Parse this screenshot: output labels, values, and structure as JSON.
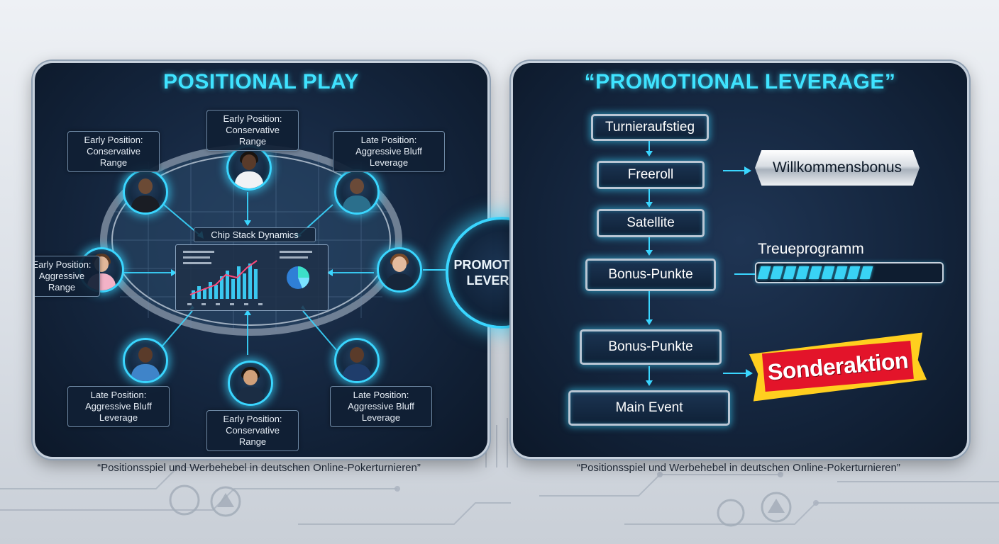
{
  "left_panel": {
    "title": "POSITIONAL PLAY",
    "chart_title": "Chip Stack Dynamics",
    "labels": {
      "top_left": [
        "Early Position:",
        "Conservative Range"
      ],
      "top_center": [
        "Early Position:",
        "Conservative Range"
      ],
      "top_right": [
        "Late Position:",
        "Aggressive Bluff Leverage"
      ],
      "mid_left": [
        "Early Position:",
        "Aggressive",
        "Range"
      ],
      "bottom_left": [
        "Late Position:",
        "Aggressive Bluff Leverage"
      ],
      "bottom_center": [
        "Early Position:",
        "Conservative Range"
      ],
      "bottom_right": [
        "Late Position:",
        "Aggressive Bluff Leverage"
      ]
    }
  },
  "hub": {
    "line1": "PROMOTIONAL",
    "line2": "LEVERAGE"
  },
  "right_panel": {
    "title": "“PROMOTIONAL LEVERAGE”",
    "flow": [
      "Turnieraufstieg",
      "Freeroll",
      "Satellite",
      "Bonus-Punkte",
      "Bonus-Punkte",
      "Main Event"
    ],
    "welcome_badge": "Willkommensbonus",
    "loyalty_label": "Treueprogramm",
    "loyalty_progress": 0.68,
    "special_banner": "Sonderaktion"
  },
  "captions": {
    "left": "“Positionsspiel und Werbehebel in deutschen Online-Pokerturnieren”",
    "right": "“Positionsspiel und Werbehebel in deutschen Online-Pokerturnieren”"
  },
  "colors": {
    "accent": "#3ad6ff",
    "panel_bg": "#14253d",
    "banner_red": "#e3142a",
    "banner_yellow": "#ffcf1f"
  }
}
